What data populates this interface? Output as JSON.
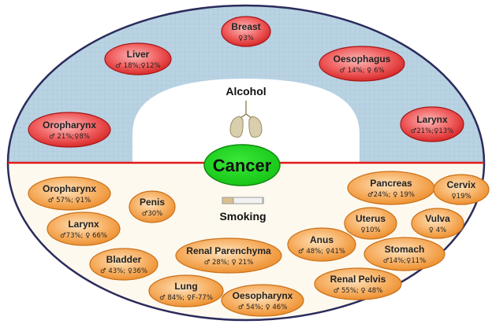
{
  "center": {
    "label": "Cancer"
  },
  "factors": {
    "alcohol": {
      "label": "Alcohol",
      "icon": "lungs-icon"
    },
    "smoking": {
      "label": "Smoking",
      "icon": "cigarette-icon"
    }
  },
  "colors": {
    "alcohol_bg": "#b9d3e3",
    "smoking_bg": "#fdf9ee",
    "alcohol_oval": "#e23a3a",
    "smoking_oval": "#f49a3a",
    "center": "#1fd21f",
    "divider": "#e01a1a"
  },
  "alcohol_sites": [
    {
      "name": "Breast",
      "value": "♀3%"
    },
    {
      "name": "Liver",
      "value": "♂ 18%;♀12%"
    },
    {
      "name": "Oesophagus",
      "value": "♂ 14%; ♀ 6%"
    },
    {
      "name": "Oropharynx",
      "value": "♂ 21%;♀8%"
    },
    {
      "name": "Larynx",
      "value": "♂21%;♀13%"
    }
  ],
  "smoking_sites": [
    {
      "name": "Oropharynx",
      "value": "♂ 57%; ♀1%"
    },
    {
      "name": "Penis",
      "value": "♂30%"
    },
    {
      "name": "Larynx",
      "value": "♂73%; ♀ 66%"
    },
    {
      "name": "Bladder",
      "value": "♂ 43%; ♀36%"
    },
    {
      "name": "Renal Parenchyma",
      "value": "♂ 28%; ♀ 21%"
    },
    {
      "name": "Lung",
      "value": "♂ 84%; ♀F-77%"
    },
    {
      "name": "Oesopharynx",
      "value": "♂ 54%; ♀ 46%"
    },
    {
      "name": "Anus",
      "value": "♂ 48%; ♀41%"
    },
    {
      "name": "Renal Pelvis",
      "value": "♂ 55%; ♀ 48%"
    },
    {
      "name": "Pancreas",
      "value": "♂24%; ♀ 19%"
    },
    {
      "name": "Cervix",
      "value": "♀19%"
    },
    {
      "name": "Uterus",
      "value": "♀10%"
    },
    {
      "name": "Vulva",
      "value": "♀ 4%"
    },
    {
      "name": "Stomach",
      "value": "♂14%;♀11%"
    }
  ]
}
